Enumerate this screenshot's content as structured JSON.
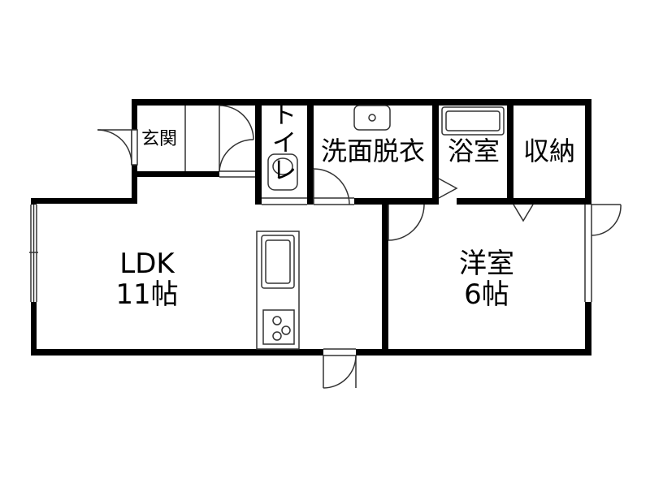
{
  "floorplan": {
    "rooms": {
      "genkan": "玄関",
      "toilet": "トイレ",
      "washroom": "洗面脱衣",
      "bath": "浴室",
      "storage": "収納",
      "ldk_name": "LDK",
      "ldk_size": "11帖",
      "western_name": "洋室",
      "western_size": "6帖"
    }
  }
}
